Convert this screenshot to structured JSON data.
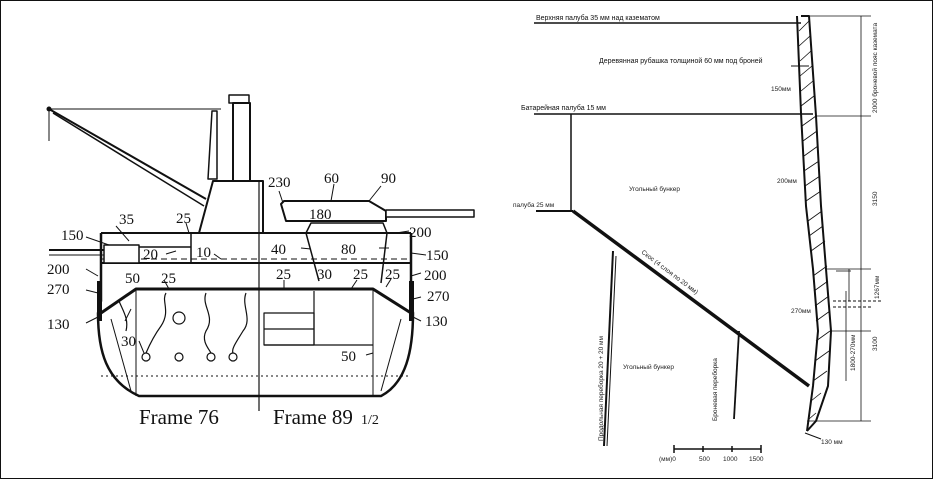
{
  "left_diagram": {
    "thickness_labels": [
      "150",
      "35",
      "25",
      "20",
      "10",
      "40",
      "80",
      "150",
      "230",
      "60",
      "90",
      "180",
      "200",
      "200",
      "270",
      "130",
      "50",
      "25",
      "25",
      "25",
      "30",
      "25",
      "25",
      "200",
      "270",
      "130",
      "30",
      "50"
    ],
    "frame_caption_left": "Frame 76",
    "frame_caption_right_main": "Frame 89",
    "frame_caption_right_fraction": "1/2"
  },
  "right_diagram": {
    "deck_labels": [
      "Верхняя палуба 35 мм над казематом",
      "Деревянная рубашка толщиной 60 мм под броней",
      "Батарейная палуба 15 мм",
      "палуба 25 мм",
      "Угольный бункер",
      "Скос (4 слоя по 20 мм)",
      "Угольный бункер",
      "Продольная переборка 20 + 20 мм",
      "Броневая переборка"
    ],
    "dimension_labels": [
      "150мм",
      "200мм",
      "270мм",
      "1800-270мм",
      "2000 броневой пояс каземата",
      "3150",
      "1267мм",
      "3100",
      "130 мм"
    ],
    "scale_labels": [
      "(мм)0",
      "500",
      "1000",
      "1500"
    ]
  }
}
